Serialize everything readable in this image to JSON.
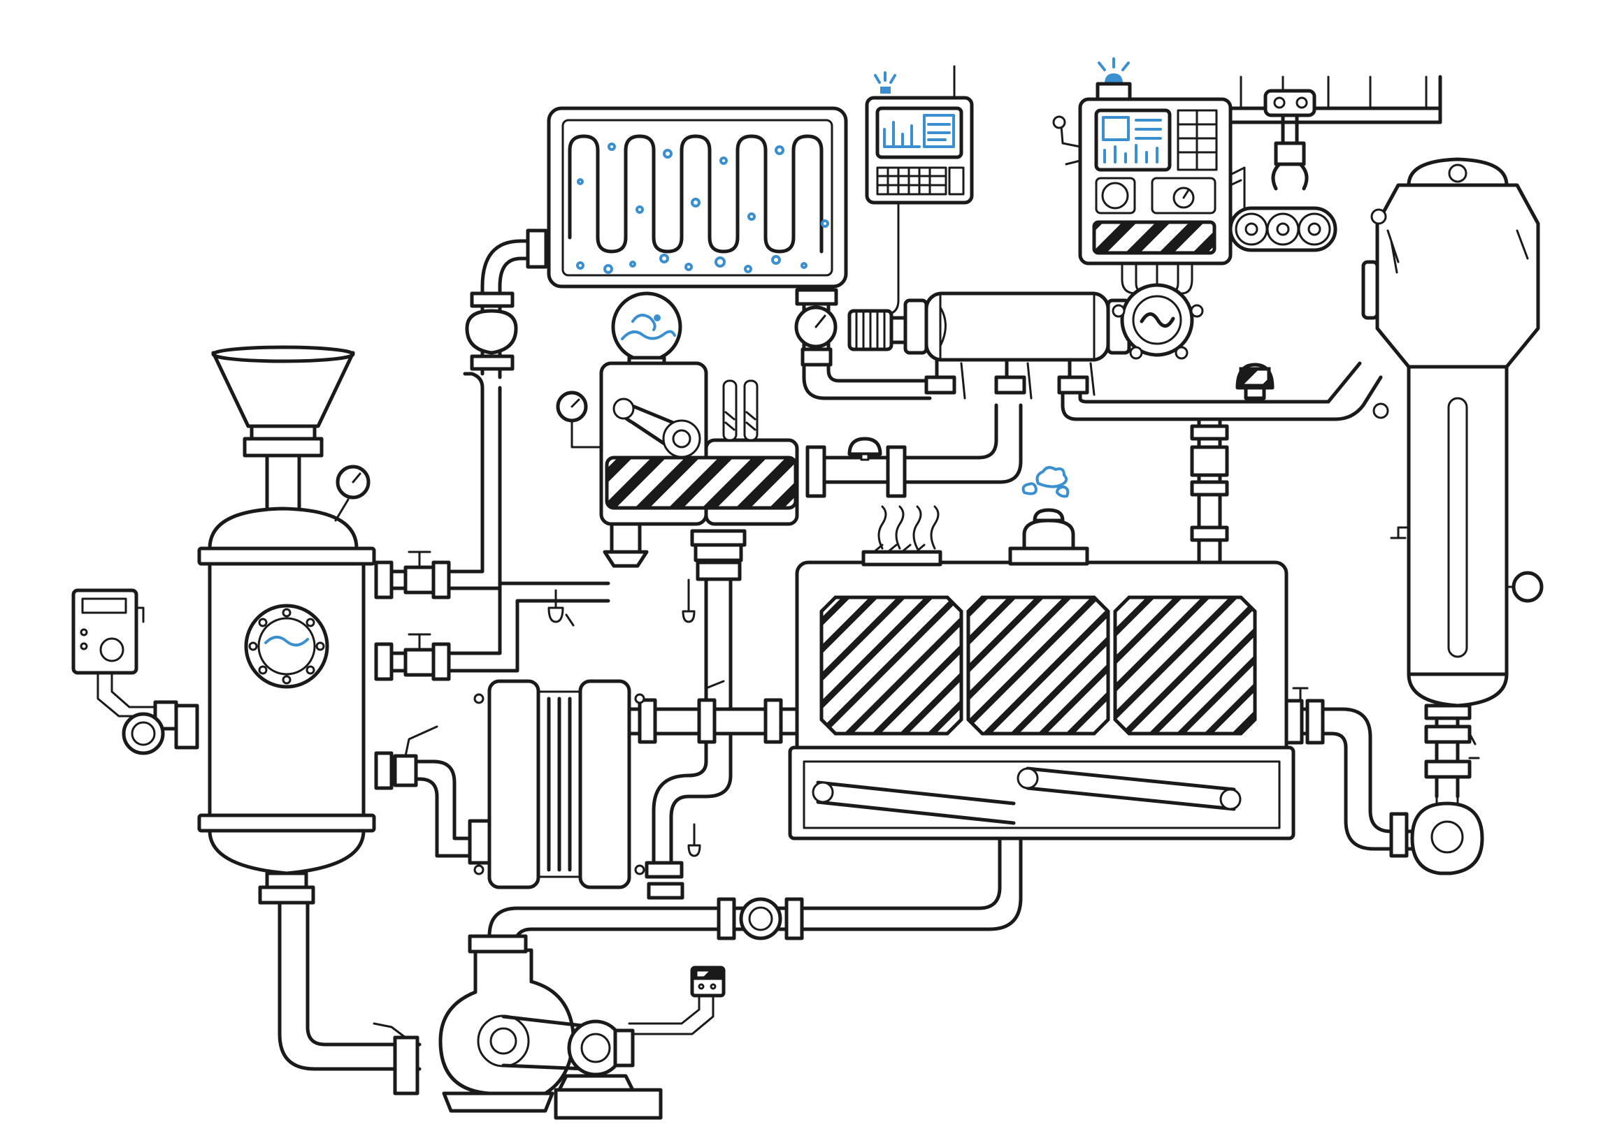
{
  "colors": {
    "ink": "#1a1a1a",
    "accent": "#3a8fd0",
    "background": "#ffffff"
  },
  "components": [
    {
      "id": "feed-hopper",
      "icon": "funnel-icon"
    },
    {
      "id": "main-vessel",
      "icon": "tank-icon"
    },
    {
      "id": "sight-glass",
      "icon": "porthole-icon"
    },
    {
      "id": "coil-condenser",
      "icon": "serpentine-coil-icon"
    },
    {
      "id": "monitor-terminal",
      "icon": "computer-terminal-icon"
    },
    {
      "id": "control-panel",
      "icon": "control-panel-icon"
    },
    {
      "id": "robotic-gantry",
      "icon": "robot-claw-icon"
    },
    {
      "id": "distillation-column",
      "icon": "column-icon"
    },
    {
      "id": "gear-mixer",
      "icon": "gearbox-icon"
    },
    {
      "id": "plate-heat-exchanger",
      "icon": "heat-exchanger-icon"
    },
    {
      "id": "reactor-unit",
      "icon": "reactor-icon"
    },
    {
      "id": "centrifugal-pump",
      "icon": "pump-icon"
    },
    {
      "id": "motor-drive",
      "icon": "motor-icon"
    },
    {
      "id": "turbine-generator",
      "icon": "generator-icon"
    },
    {
      "id": "side-controller",
      "icon": "thermostat-icon"
    },
    {
      "id": "outlet-pump",
      "icon": "pump-icon"
    }
  ]
}
